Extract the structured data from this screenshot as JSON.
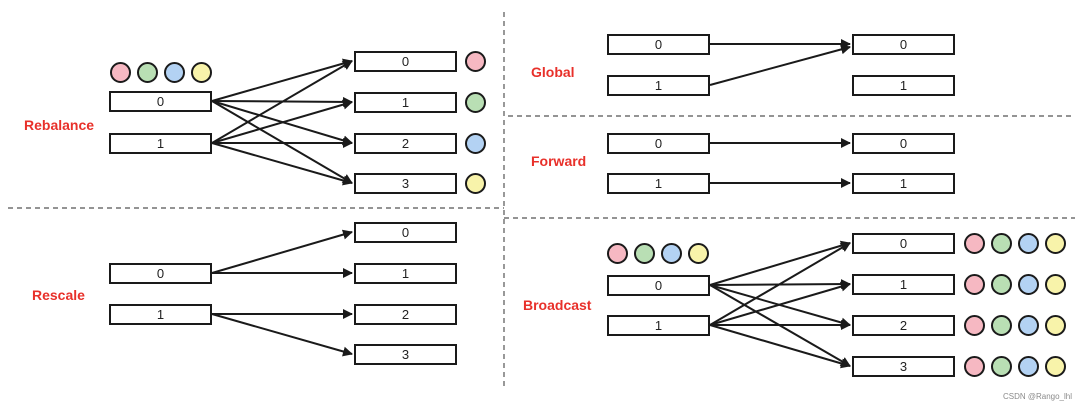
{
  "colors": {
    "label": "#e8302a",
    "red_dot": "#f6b8c2",
    "green_dot": "#b9dfb4",
    "blue_dot": "#b3d2f3",
    "yellow_dot": "#f8f3aa",
    "stroke": "#1a1a1a"
  },
  "sections": {
    "rebalance": {
      "label": "Rebalance",
      "inputs": [
        "0",
        "1"
      ],
      "outputs": [
        "0",
        "1",
        "2",
        "3"
      ]
    },
    "global": {
      "label": "Global",
      "inputs": [
        "0",
        "1"
      ],
      "outputs": [
        "0",
        "1"
      ]
    },
    "forward": {
      "label": "Forward",
      "inputs": [
        "0",
        "1"
      ],
      "outputs": [
        "0",
        "1"
      ]
    },
    "rescale": {
      "label": "Rescale",
      "inputs": [
        "0",
        "1"
      ],
      "outputs": [
        "0",
        "1",
        "2",
        "3"
      ]
    },
    "broadcast": {
      "label": "Broadcast",
      "inputs": [
        "0",
        "1"
      ],
      "outputs": [
        "0",
        "1",
        "2",
        "3"
      ]
    }
  },
  "watermark": "CSDN @Rango_lhl"
}
